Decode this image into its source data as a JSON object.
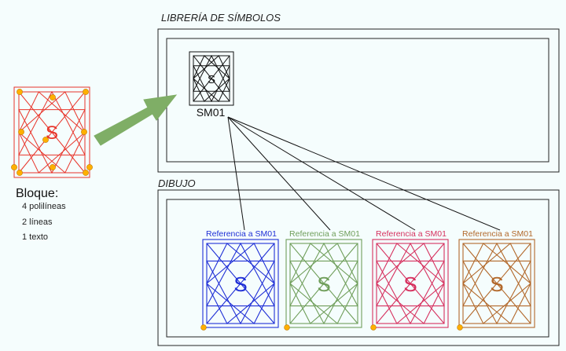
{
  "library": {
    "title": "LIBRERÍA DE SÍMBOLOS"
  },
  "drawing": {
    "title": "DIBUJO"
  },
  "symbol": {
    "letter": "S",
    "name": "SM01"
  },
  "block": {
    "title": "Bloque:",
    "items": [
      "4 polilíneas",
      "2 líneas",
      "1 texto"
    ]
  },
  "references": [
    {
      "label": "Referencia a SM01",
      "letter": "S",
      "color": "#1f2fd6"
    },
    {
      "label": "Referencia a SM01",
      "letter": "S",
      "color": "#6f9e5a"
    },
    {
      "label": "Referencia a SM01",
      "letter": "S",
      "color": "#d6315f"
    },
    {
      "label": "Referencia a SM01",
      "letter": "S",
      "color": "#b2682a"
    }
  ],
  "colors": {
    "block_red": "#e8342a",
    "grip_orange": "#ffb000",
    "arrow_green": "#7fae66",
    "frame": "#222222"
  },
  "icons": {
    "grip": "grip-point-icon",
    "arrow": "insert-arrow-icon"
  }
}
